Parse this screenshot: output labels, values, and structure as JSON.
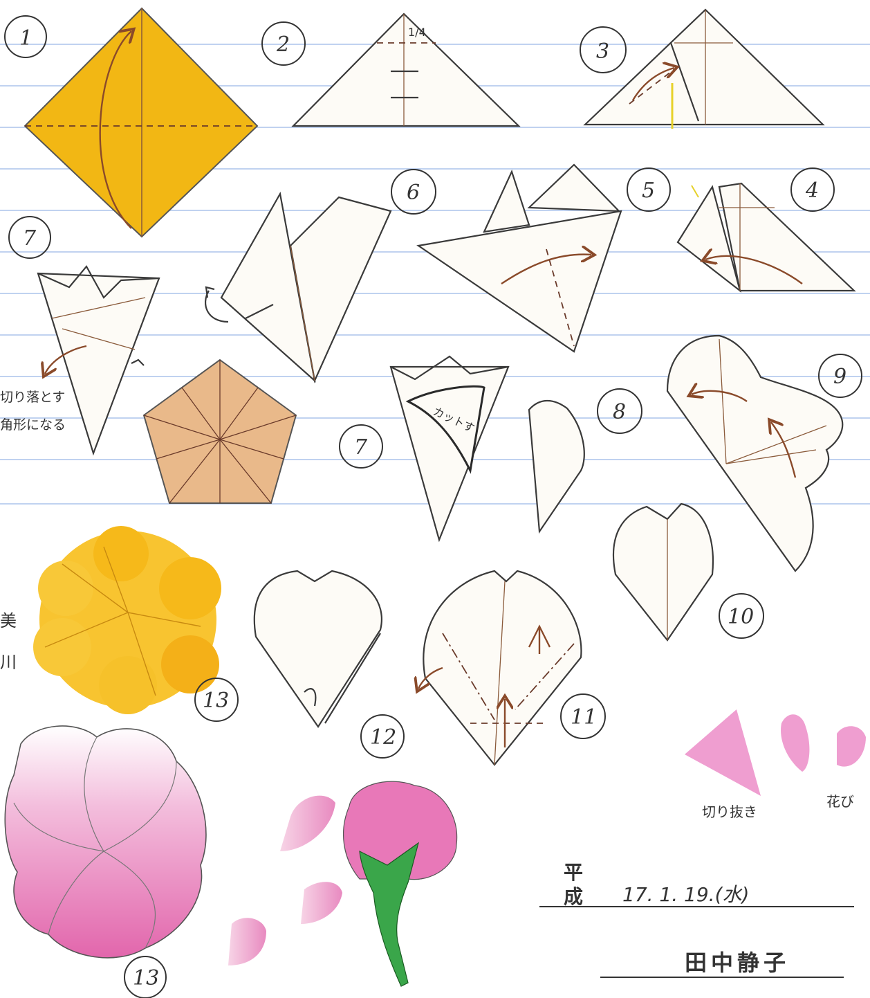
{
  "steps": {
    "s1": "1",
    "s2": "2",
    "s3": "3",
    "s4": "4",
    "s5": "5",
    "s6": "6",
    "s7a": "7",
    "s7b": "7",
    "s8": "8",
    "s9": "9",
    "s10": "10",
    "s11": "11",
    "s12": "12",
    "s13a": "13",
    "s13b": "13"
  },
  "fraction_mark": "1/4",
  "notes": {
    "cut_off": "切り落とす",
    "pentagon": "角形になる",
    "cut_here": "カットす",
    "cutout": "切り抜き",
    "petal": "花び"
  },
  "margin_text": "美\n川",
  "date": {
    "era_top": "平",
    "era_bottom": "成",
    "value": "17.  1.  19.(水)"
  },
  "author": "田中静子",
  "colors": {
    "ruled_line": "#9ab8e8",
    "yellow_paper": "#f2b714",
    "pink_paper": "#e878b8",
    "green_stem": "#3aa64a",
    "tan_pentagon": "#e9b98a"
  }
}
